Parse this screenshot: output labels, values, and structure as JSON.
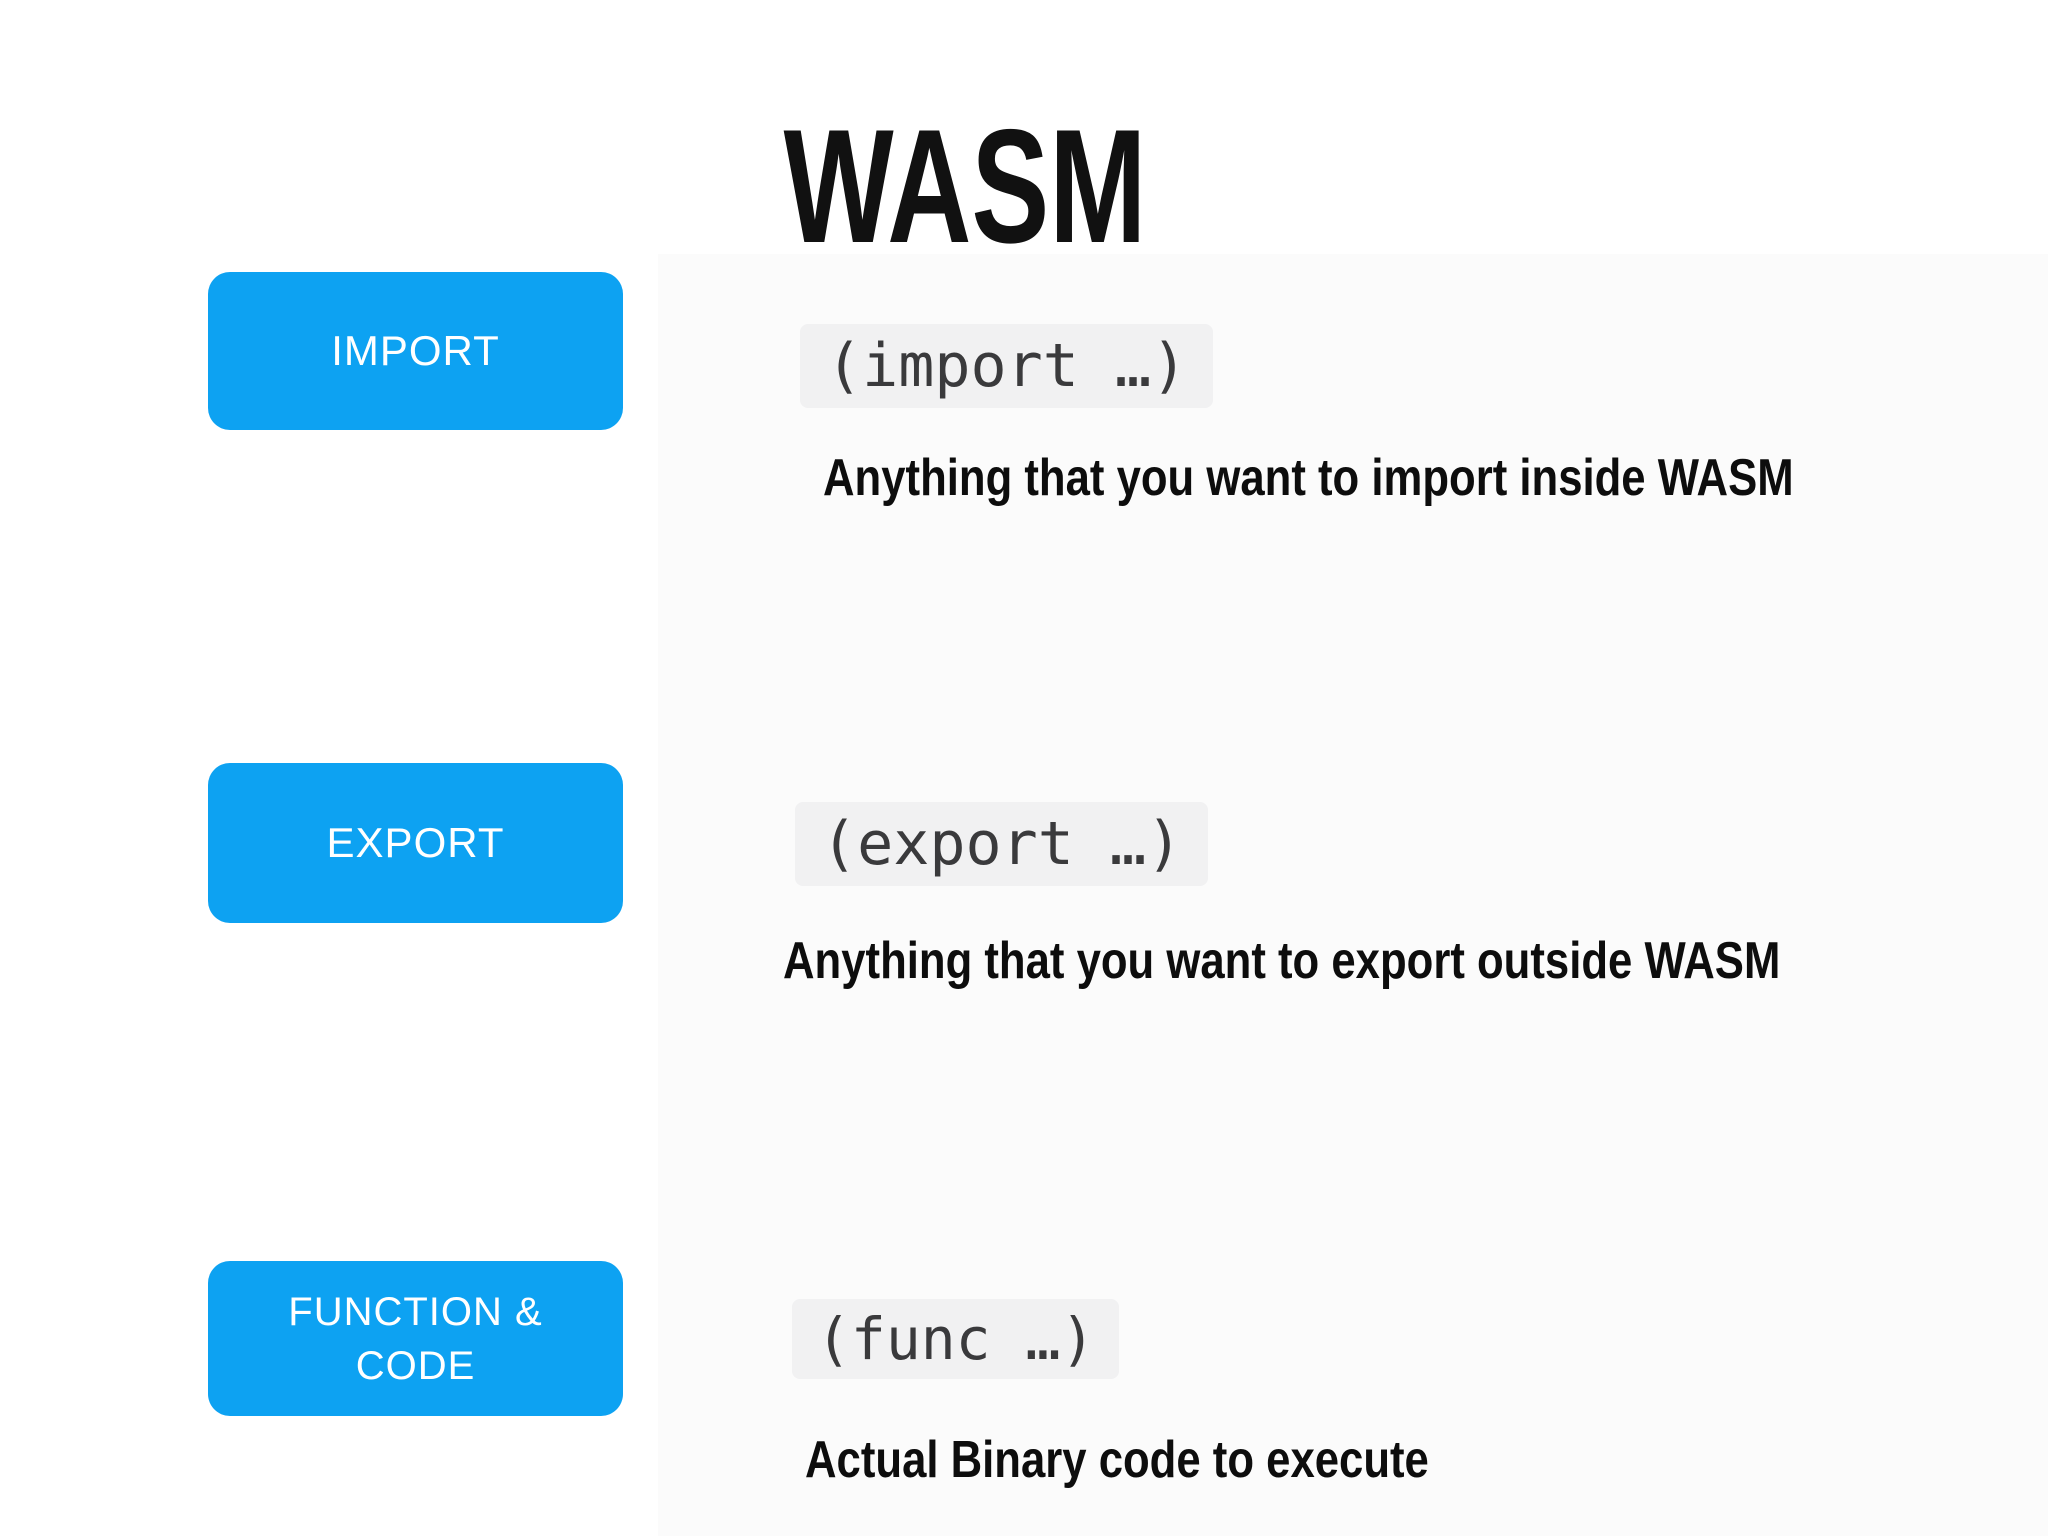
{
  "slide": {
    "title": "WASM",
    "rows": [
      {
        "id": "import",
        "label": "IMPORT",
        "code": "(import …)",
        "description": "Anything that you want to import inside WASM"
      },
      {
        "id": "export",
        "label": "EXPORT",
        "code": "(export …)",
        "description": "Anything that you want to export outside WASM"
      },
      {
        "id": "function-code",
        "label": "FUNCTION & CODE",
        "code": "(func …)",
        "description": "Actual Binary code to execute"
      }
    ],
    "colors": {
      "accent": "#0da2f2",
      "chip_bg": "#f1f1f2",
      "chip_text": "#3a3a3c",
      "text": "#0d0d0d",
      "panel": "#fbfbfb",
      "background": "#ffffff"
    }
  }
}
